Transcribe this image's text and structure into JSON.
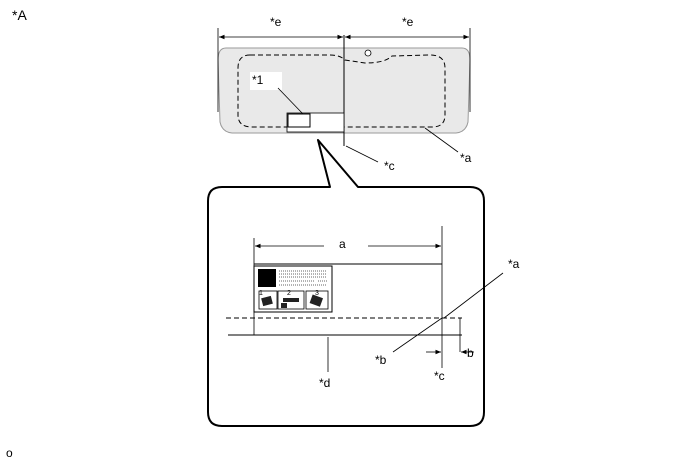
{
  "view_label": "*A",
  "corner_label": "o",
  "top_view": {
    "dim_left": "*e",
    "dim_right": "*e",
    "item_label": "*1",
    "callout_c": "*c",
    "callout_a": "*a"
  },
  "detail_view": {
    "dim_a": "a",
    "dim_b": "b",
    "callout_a": "*a",
    "callout_b": "*b",
    "callout_c": "*c",
    "callout_d": "*d",
    "sticker_numbers": [
      "1",
      "2",
      "3"
    ]
  }
}
